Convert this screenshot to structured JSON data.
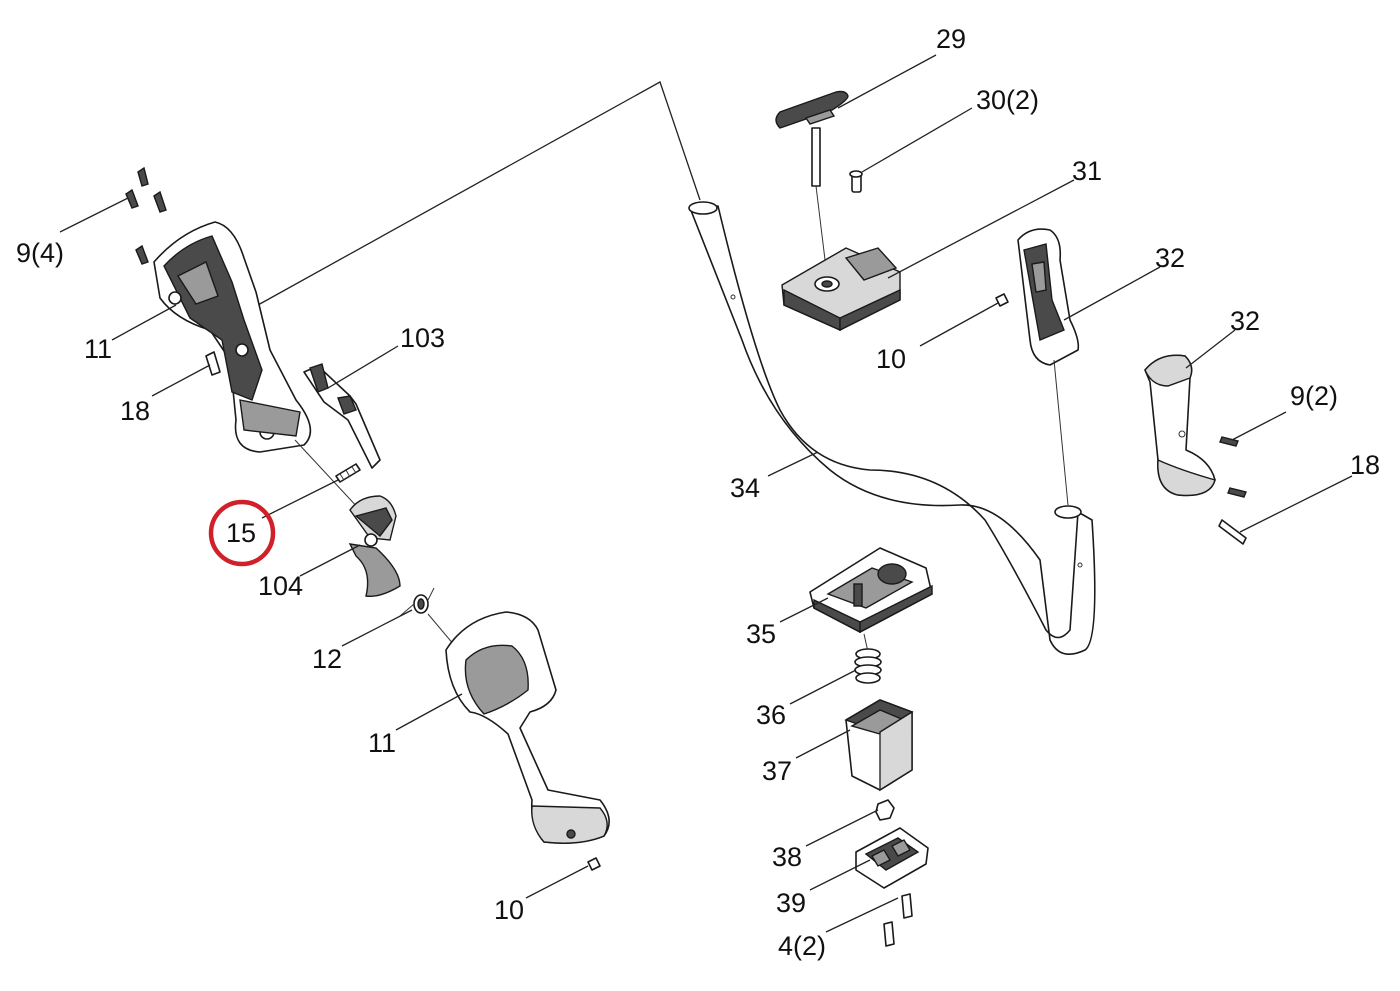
{
  "colors": {
    "highlight": "#d0202a",
    "ink": "#1a1a1a",
    "background": "#ffffff"
  },
  "callouts": [
    {
      "id": "c29",
      "text": "29"
    },
    {
      "id": "c30",
      "text": "30(2)"
    },
    {
      "id": "c31",
      "text": "31"
    },
    {
      "id": "c32a",
      "text": "32"
    },
    {
      "id": "c32b",
      "text": "32"
    },
    {
      "id": "c9-4",
      "text": "9(4)"
    },
    {
      "id": "c11a",
      "text": "11"
    },
    {
      "id": "c103",
      "text": "103"
    },
    {
      "id": "c10a",
      "text": "10"
    },
    {
      "id": "c18a",
      "text": "18"
    },
    {
      "id": "c9-2",
      "text": "9(2)"
    },
    {
      "id": "c18b",
      "text": "18"
    },
    {
      "id": "c34",
      "text": "34"
    },
    {
      "id": "c15",
      "text": "15",
      "highlighted": true
    },
    {
      "id": "c104",
      "text": "104"
    },
    {
      "id": "c35",
      "text": "35"
    },
    {
      "id": "c12",
      "text": "12"
    },
    {
      "id": "c36",
      "text": "36"
    },
    {
      "id": "c11b",
      "text": "11"
    },
    {
      "id": "c37",
      "text": "37"
    },
    {
      "id": "c38",
      "text": "38"
    },
    {
      "id": "c39",
      "text": "39"
    },
    {
      "id": "c10b",
      "text": "10"
    },
    {
      "id": "c4",
      "text": "4(2)"
    }
  ]
}
